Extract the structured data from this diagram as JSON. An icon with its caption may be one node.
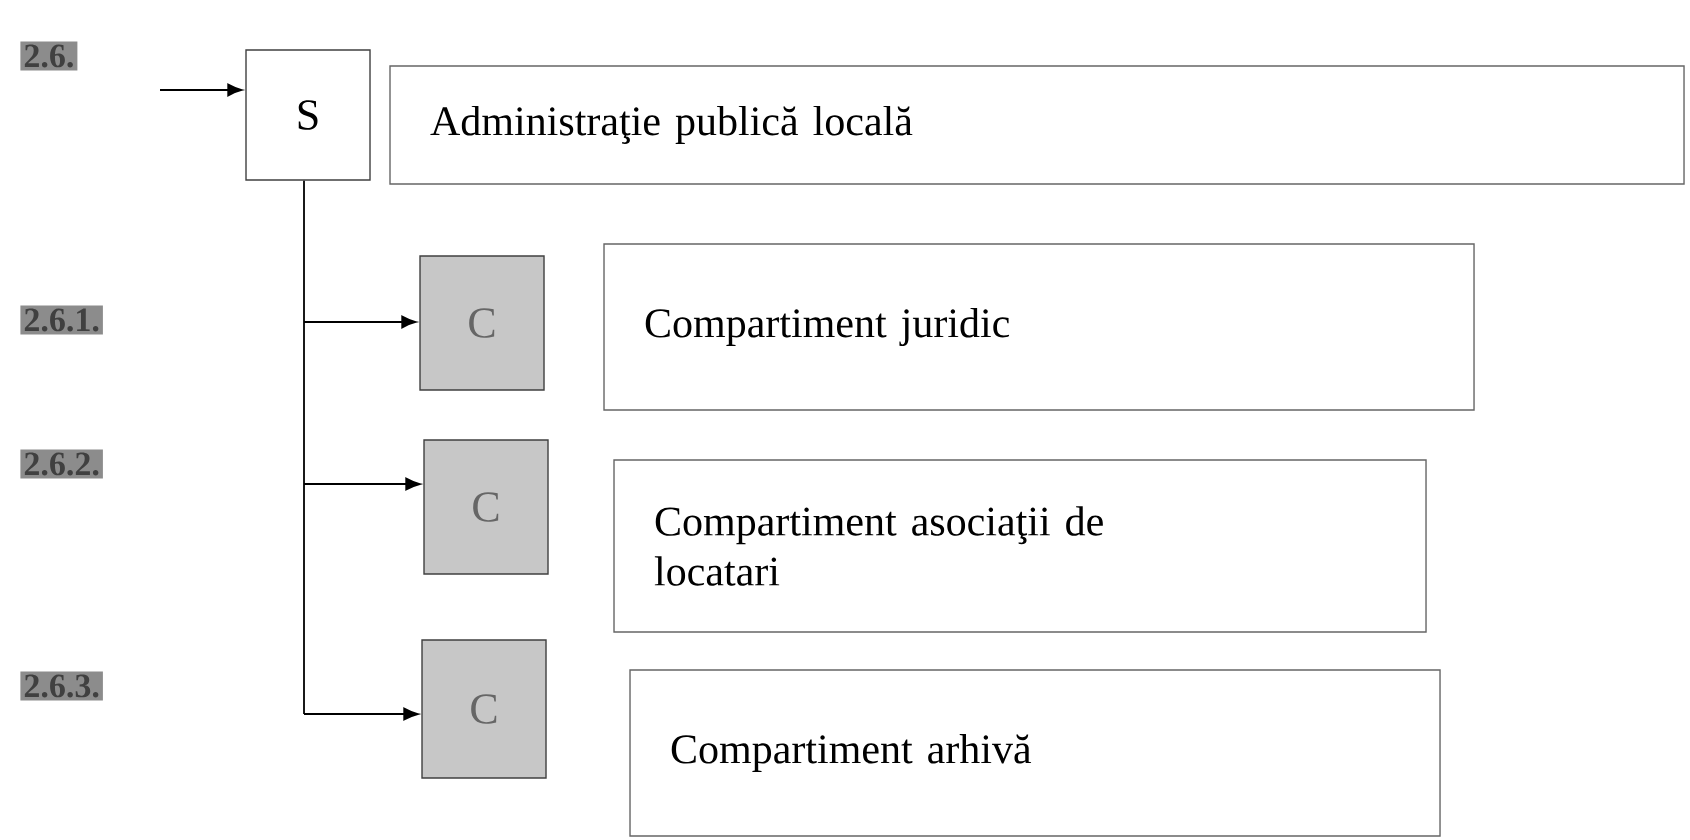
{
  "diagram": {
    "nodes": [
      {
        "text": [
          "S"
        ]
      },
      {
        "text": [
          "Administraţie publică locală"
        ]
      },
      {
        "text": [
          "C"
        ]
      },
      {
        "text": [
          "Compartiment juridic"
        ]
      },
      {
        "text": [
          "C"
        ]
      },
      {
        "text": [
          "Compartiment asociaţii de locatari"
        ]
      },
      {
        "text": [
          "C"
        ]
      },
      {
        "text": [
          "Compartiment arhivă"
        ]
      }
    ],
    "edges": [
      {
        "from": null,
        "to": 0,
        "arrow": "to"
      },
      {
        "from": 0,
        "to": 2,
        "arrow": "to"
      },
      {
        "from": 0,
        "to": 4,
        "arrow": "to"
      },
      {
        "from": 0,
        "to": 6,
        "arrow": "to"
      }
    ],
    "labels": [
      "2.6.",
      "2.6.1.",
      "2.6.2.",
      "2.6.3."
    ]
  }
}
